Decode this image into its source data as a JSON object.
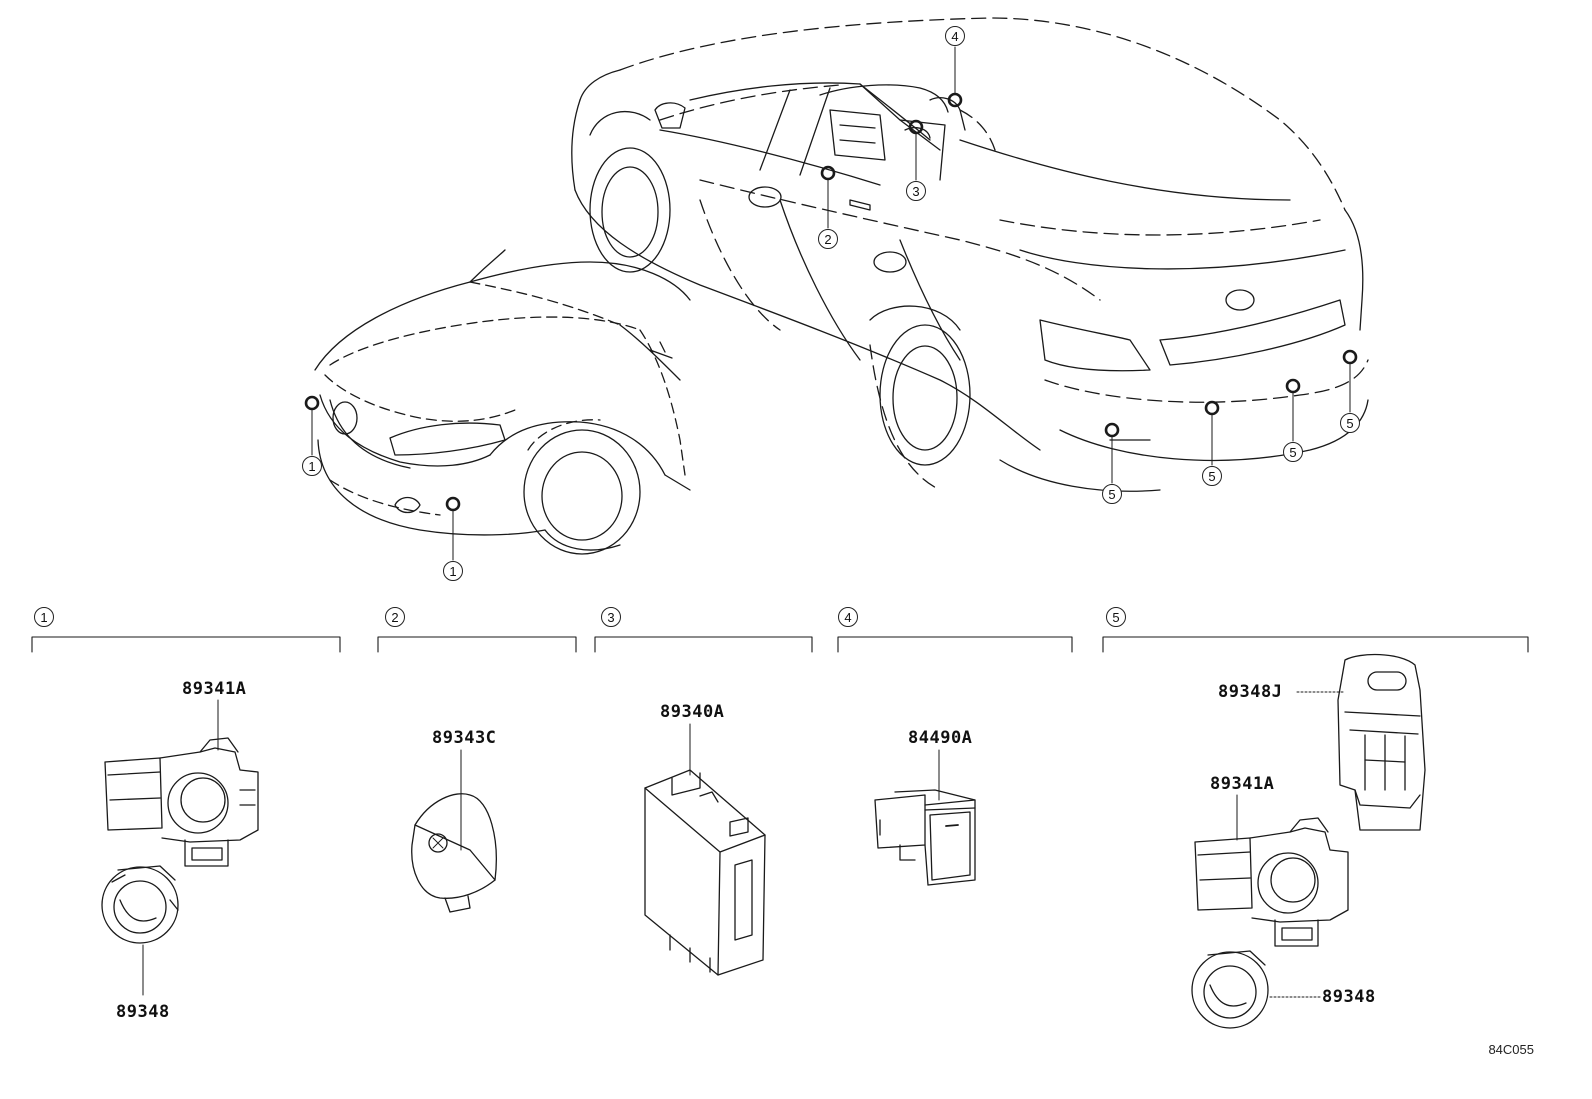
{
  "diagram_code": "84C055",
  "callouts": [
    "1",
    "1",
    "2",
    "3",
    "4",
    "5",
    "5",
    "5",
    "5"
  ],
  "sections": [
    {
      "num": "1",
      "parts": [
        "89341A",
        "89348"
      ]
    },
    {
      "num": "2",
      "parts": [
        "89343C"
      ]
    },
    {
      "num": "3",
      "parts": [
        "89340A"
      ]
    },
    {
      "num": "4",
      "parts": [
        "84490A"
      ]
    },
    {
      "num": "5",
      "parts": [
        "89348J",
        "89341A",
        "89348"
      ]
    }
  ],
  "colors": {
    "line": "#1a1a1a",
    "background": "#ffffff"
  }
}
